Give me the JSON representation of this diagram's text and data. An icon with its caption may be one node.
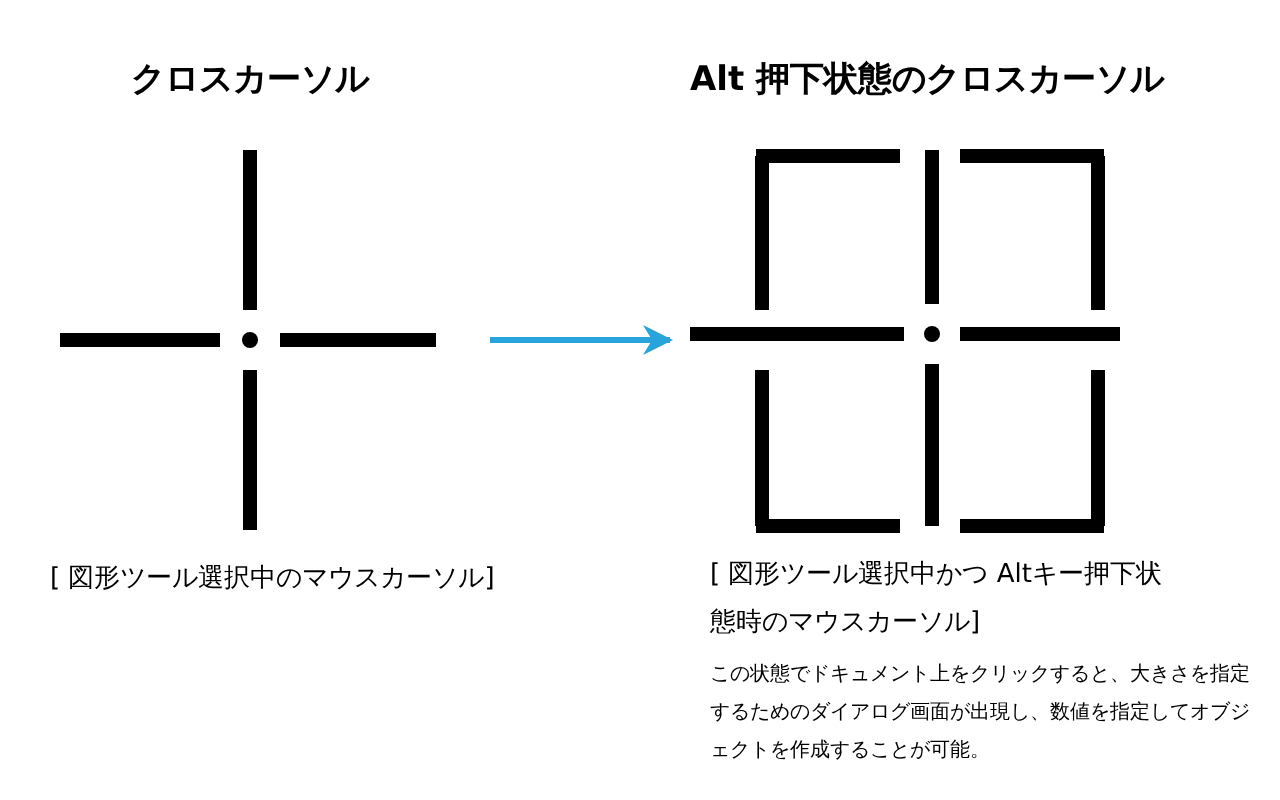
{
  "diagram": {
    "nodes": [
      {
        "text": [
          "クロスカーソル"
        ],
        "beside": [
          "[ 図形ツール選択中のマウスカーソル]"
        ]
      },
      {
        "text": [
          "Alt 押下状態のクロスカーソル"
        ],
        "beside": [
          "[ 図形ツール選択中かつ Altキー押下状態時のマウスカーソル]"
        ]
      }
    ],
    "edges": [
      {
        "from": 0,
        "to": 1,
        "arrow": "to"
      }
    ],
    "labels": [
      "この状態でドキュメント上をクリックすると、大きさを指定するためのダイアログ画面が出現し、数値を指定してオブジェクトを作成することが可能。"
    ]
  }
}
